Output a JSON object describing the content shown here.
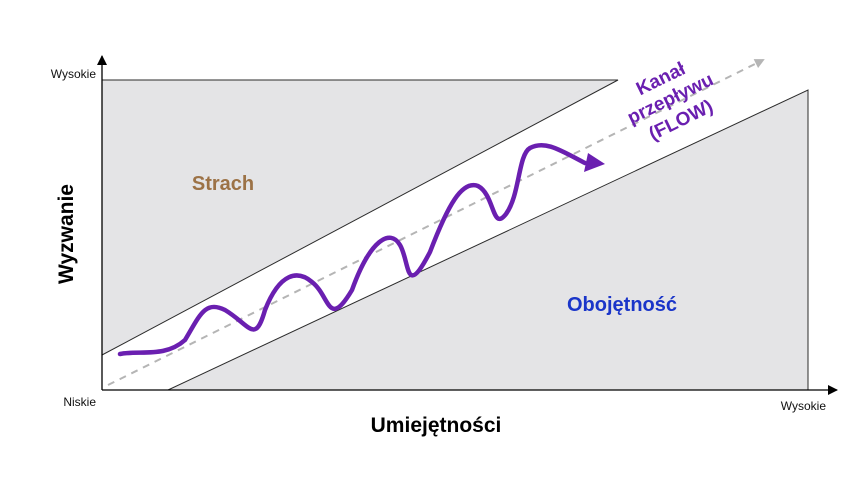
{
  "axes": {
    "x_title": "Umiejętności",
    "y_title": "Wyzwanie",
    "y_top_label": "Wysokie",
    "origin_label": "Niskie",
    "x_right_label": "Wysokie"
  },
  "regions": {
    "anxiety": {
      "label": "Strach",
      "color": "#9C7246"
    },
    "boredom": {
      "label": "Obojętność",
      "color": "#1A35C9"
    },
    "flow": {
      "line1": "Kanał",
      "line2": "przepływu",
      "line3": "(FLOW)",
      "color": "#6A1FB0"
    }
  },
  "colors": {
    "region_fill": "#E4E4E6",
    "axis": "#000000",
    "diagonal_arrow": "#B5B5B5"
  }
}
